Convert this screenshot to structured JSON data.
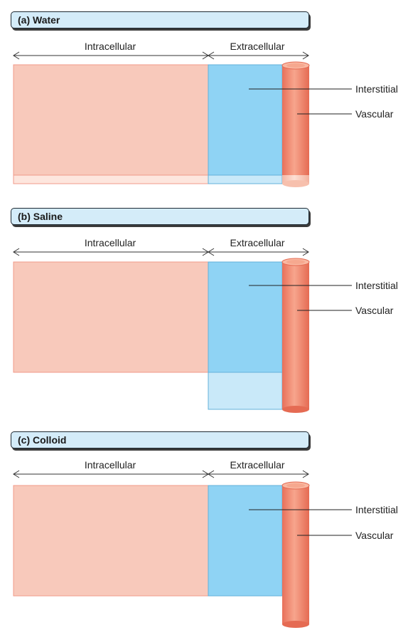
{
  "panels": [
    {
      "title": "(a) Water",
      "labels": {
        "intracellular": "Intracellular",
        "extracellular": "Extracellular",
        "interstitial": "Interstitial",
        "vascular": "Vascular"
      },
      "expansion": "all compartments"
    },
    {
      "title": "(b) Saline",
      "labels": {
        "intracellular": "Intracellular",
        "extracellular": "Extracellular",
        "interstitial": "Interstitial",
        "vascular": "Vascular"
      },
      "expansion": "extracellular"
    },
    {
      "title": "(c) Colloid",
      "labels": {
        "intracellular": "Intracellular",
        "extracellular": "Extracellular",
        "interstitial": "Interstitial",
        "vascular": "Vascular"
      },
      "expansion": "vascular"
    }
  ],
  "colors": {
    "intracellular_fill": "#f8c9bb",
    "intracellular_pale": "#fde6de",
    "intracellular_border": "#f19a8a",
    "interstitial_fill": "#8fd3f4",
    "interstitial_pale": "#c9e9f9",
    "interstitial_border": "#63b1da",
    "vessel_fill": "#f28b6e",
    "vessel_pale": "#f9c7b4",
    "header_fill": "#d4ecf9"
  }
}
